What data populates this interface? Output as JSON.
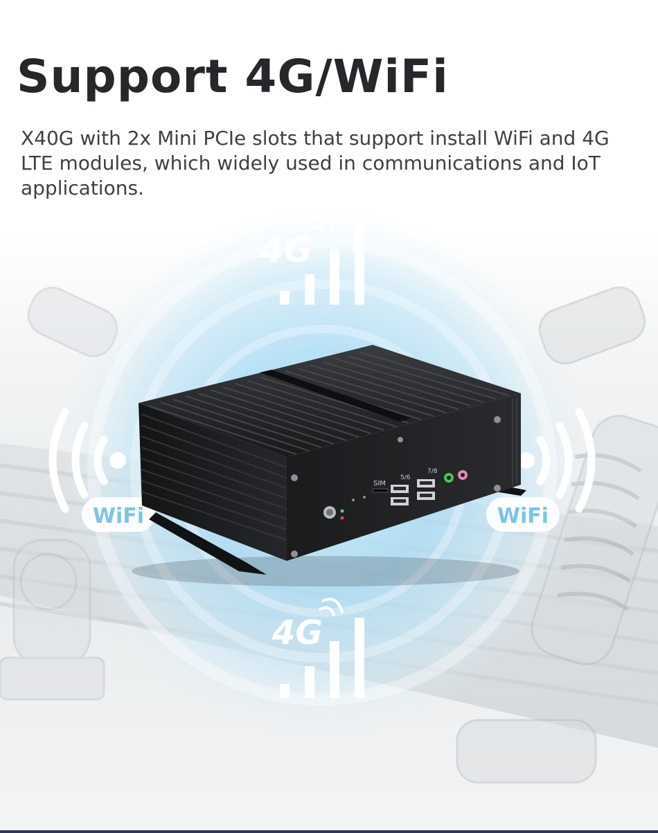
{
  "header": {
    "title": "Support 4G/WiFi",
    "description": "X40G with 2x Mini PCIe slots that support install WiFi and 4G LTE modules, which widely used in communications and IoT applications."
  },
  "badges": {
    "network_top": "4G",
    "network_bottom": "4G",
    "wifi_left": "WiFi",
    "wifi_right": "WiFi"
  },
  "device_labels": {
    "sim": "SIM",
    "usb_left": "5/6",
    "usb_right": "7/8"
  },
  "icons": {
    "signal_bars": "signal-bars-icon",
    "wave": "radio-wave-icon",
    "power": "power-button-icon",
    "audio": "audio-jack-icon",
    "usb": "usb-icon"
  },
  "colors": {
    "title": "#25272a",
    "text": "#3d4044",
    "glow": "#9fd7f3",
    "device": "#1b1c1e",
    "badge_text": "#ffffff",
    "wifi_accent": "#7cc4ea",
    "bottom_rule": "#2a3760"
  }
}
